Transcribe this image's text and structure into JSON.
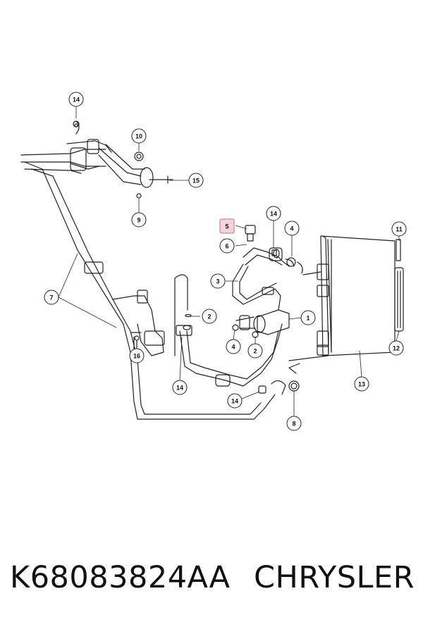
{
  "callouts": [
    {
      "label": "14",
      "highlight": false
    },
    {
      "label": "10",
      "highlight": false
    },
    {
      "label": "15",
      "highlight": false
    },
    {
      "label": "9",
      "highlight": false
    },
    {
      "label": "5",
      "highlight": true
    },
    {
      "label": "14",
      "highlight": false
    },
    {
      "label": "4",
      "highlight": false
    },
    {
      "label": "11",
      "highlight": false
    },
    {
      "label": "6",
      "highlight": false
    },
    {
      "label": "3",
      "highlight": false
    },
    {
      "label": "7",
      "highlight": false
    },
    {
      "label": "2",
      "highlight": false
    },
    {
      "label": "1",
      "highlight": false
    },
    {
      "label": "4",
      "highlight": false
    },
    {
      "label": "2",
      "highlight": false
    },
    {
      "label": "12",
      "highlight": false
    },
    {
      "label": "16",
      "highlight": false
    },
    {
      "label": "14",
      "highlight": false
    },
    {
      "label": "13",
      "highlight": false
    },
    {
      "label": "14",
      "highlight": false
    },
    {
      "label": "8",
      "highlight": false
    }
  ],
  "colors": {
    "highlight_fill": "#f7d3dc",
    "highlight_stroke": "#c86b85",
    "line": "#222222"
  },
  "footer": {
    "part_number": "K68083824AA",
    "brand": "CHRYSLER"
  }
}
